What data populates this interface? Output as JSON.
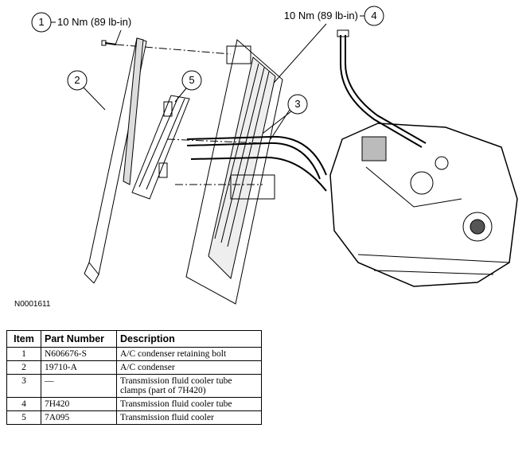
{
  "callouts": [
    {
      "number": "1",
      "label": "10 Nm (89 lb-in)"
    },
    {
      "number": "2",
      "label": ""
    },
    {
      "number": "3",
      "label": ""
    },
    {
      "number": "4",
      "label": "10 Nm (89 lb-in)"
    },
    {
      "number": "5",
      "label": ""
    }
  ],
  "figure_id": "N0001611",
  "table": {
    "headers": {
      "item": "Item",
      "part_number": "Part Number",
      "description": "Description"
    },
    "rows": [
      {
        "item": "1",
        "part_number": "N606676-S",
        "description": "A/C condenser retaining bolt"
      },
      {
        "item": "2",
        "part_number": "19710-A",
        "description": "A/C condenser"
      },
      {
        "item": "3",
        "part_number": "—",
        "description": "Transmission fluid cooler tube clamps (part of 7H420)"
      },
      {
        "item": "4",
        "part_number": "7H420",
        "description": "Transmission fluid cooler tube"
      },
      {
        "item": "5",
        "part_number": "7A095",
        "description": "Transmission fluid cooler"
      }
    ]
  }
}
